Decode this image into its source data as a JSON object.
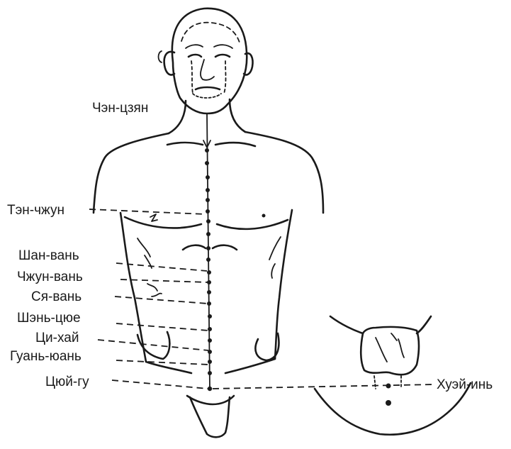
{
  "figure": {
    "points": {
      "chen_tszyan": "Чэн-цзян",
      "ten_chzhun": "Тэн-чжун",
      "shan_van": "Шан-вань",
      "chzhun_van": "Чжун-вань",
      "sya_van": "Ся-вань",
      "shen_tsyue": "Шэнь-цюе",
      "tsi_hai": "Ци-хай",
      "guan_yuan": "Гуань-юань",
      "tsyui_gu": "Цюй-гу",
      "huei_in": "Хуэй-инь"
    }
  }
}
